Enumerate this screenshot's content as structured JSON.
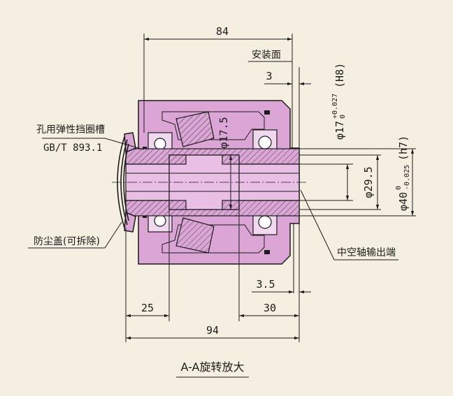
{
  "title": "A-A旋转放大",
  "labels": {
    "mounting_face": "安装面",
    "retaining_ring_groove_line1": "孔用弹性挡圈槽",
    "retaining_ring_groove_line2": "GB/T 893.1",
    "dust_cover": "防尘盖(可拆除)",
    "hollow_output_end": "中空轴输出端"
  },
  "dimensions": {
    "overall_top": "84",
    "face_offset": "3",
    "gap_bottom": "3.5",
    "left_depth": "25",
    "right_depth": "30",
    "overall_bottom": "94",
    "hub_dia": "φ17.5",
    "bore_dia_main": "φ17",
    "bore_dia_tol_upper": "+0.027",
    "bore_dia_tol_lower": "0",
    "bore_dia_fit": "(H8)",
    "shaft_dia": "φ29.5",
    "outer_dia_main": "φ40",
    "outer_dia_tol_upper": "0",
    "outer_dia_tol_lower": "-0.025",
    "outer_dia_fit": "(h7)"
  },
  "colors": {
    "background": "#f4efe0",
    "housing": "#dba6d6",
    "shaft": "#e9bfe6",
    "line": "#1c1c1c"
  }
}
